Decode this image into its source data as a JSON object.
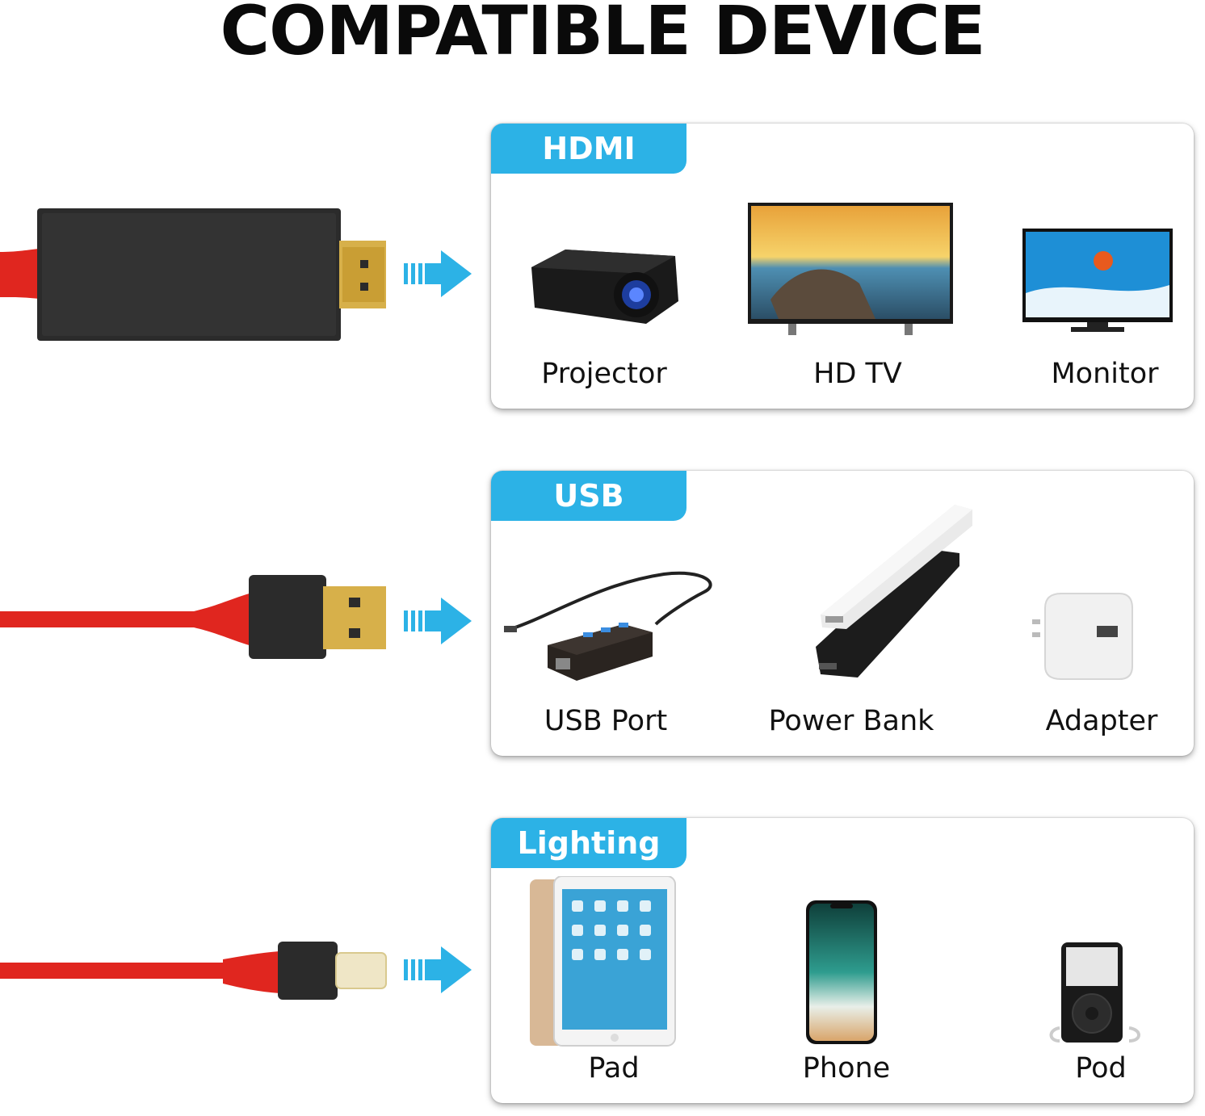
{
  "title": "COMPATIBLE DEVICE",
  "colors": {
    "accent": "#2cb2e6",
    "cable": "#e0261f",
    "connector_body": "#2a2a2a",
    "gold": "#d8b24a"
  },
  "sections": [
    {
      "tab": "HDMI",
      "connector": "hdmi-connector",
      "devices": [
        {
          "label": "Projector",
          "icon": "projector-icon"
        },
        {
          "label": "HD TV",
          "icon": "tv-icon"
        },
        {
          "label": "Monitor",
          "icon": "monitor-icon"
        }
      ]
    },
    {
      "tab": "USB",
      "connector": "usb-connector",
      "devices": [
        {
          "label": "USB Port",
          "icon": "usb-hub-icon"
        },
        {
          "label": "Power Bank",
          "icon": "power-bank-icon"
        },
        {
          "label": "Adapter",
          "icon": "power-adapter-icon"
        }
      ]
    },
    {
      "tab": "Lighting",
      "connector": "lightning-connector",
      "devices": [
        {
          "label": "Pad",
          "icon": "tablet-icon"
        },
        {
          "label": "Phone",
          "icon": "phone-icon"
        },
        {
          "label": "Pod",
          "icon": "music-player-icon"
        }
      ]
    }
  ]
}
